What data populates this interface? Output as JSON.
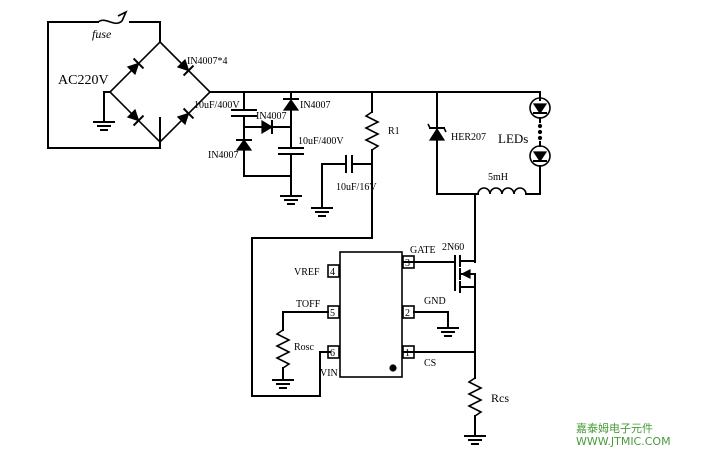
{
  "labels": {
    "fuse": "fuse",
    "ac_source": "AC220V",
    "bridge": "IN4007*4",
    "cap_left": "10uF/400V",
    "diode_top": "IN4007",
    "diode_mid": "IN4007",
    "diode_bot": "IN4007",
    "cap_right": "10uF/400V",
    "r1": "R1",
    "cap_small": "10uF/16V",
    "her207": "HER207",
    "leds": "LEDs",
    "inductor": "5mH",
    "mosfet": "2N60",
    "rcs": "Rcs",
    "rosc": "Rosc"
  },
  "ic": {
    "pins": [
      {
        "number": "4",
        "name": "VREF"
      },
      {
        "number": "5",
        "name": "TOFF"
      },
      {
        "number": "6",
        "name": "VIN"
      },
      {
        "number": "3",
        "name": "GATE"
      },
      {
        "number": "2",
        "name": "GND"
      },
      {
        "number": "1",
        "name": "CS"
      }
    ]
  },
  "watermark": {
    "line1": "嘉泰姆电子元件",
    "line2": "WWW.JTMIC.COM"
  }
}
